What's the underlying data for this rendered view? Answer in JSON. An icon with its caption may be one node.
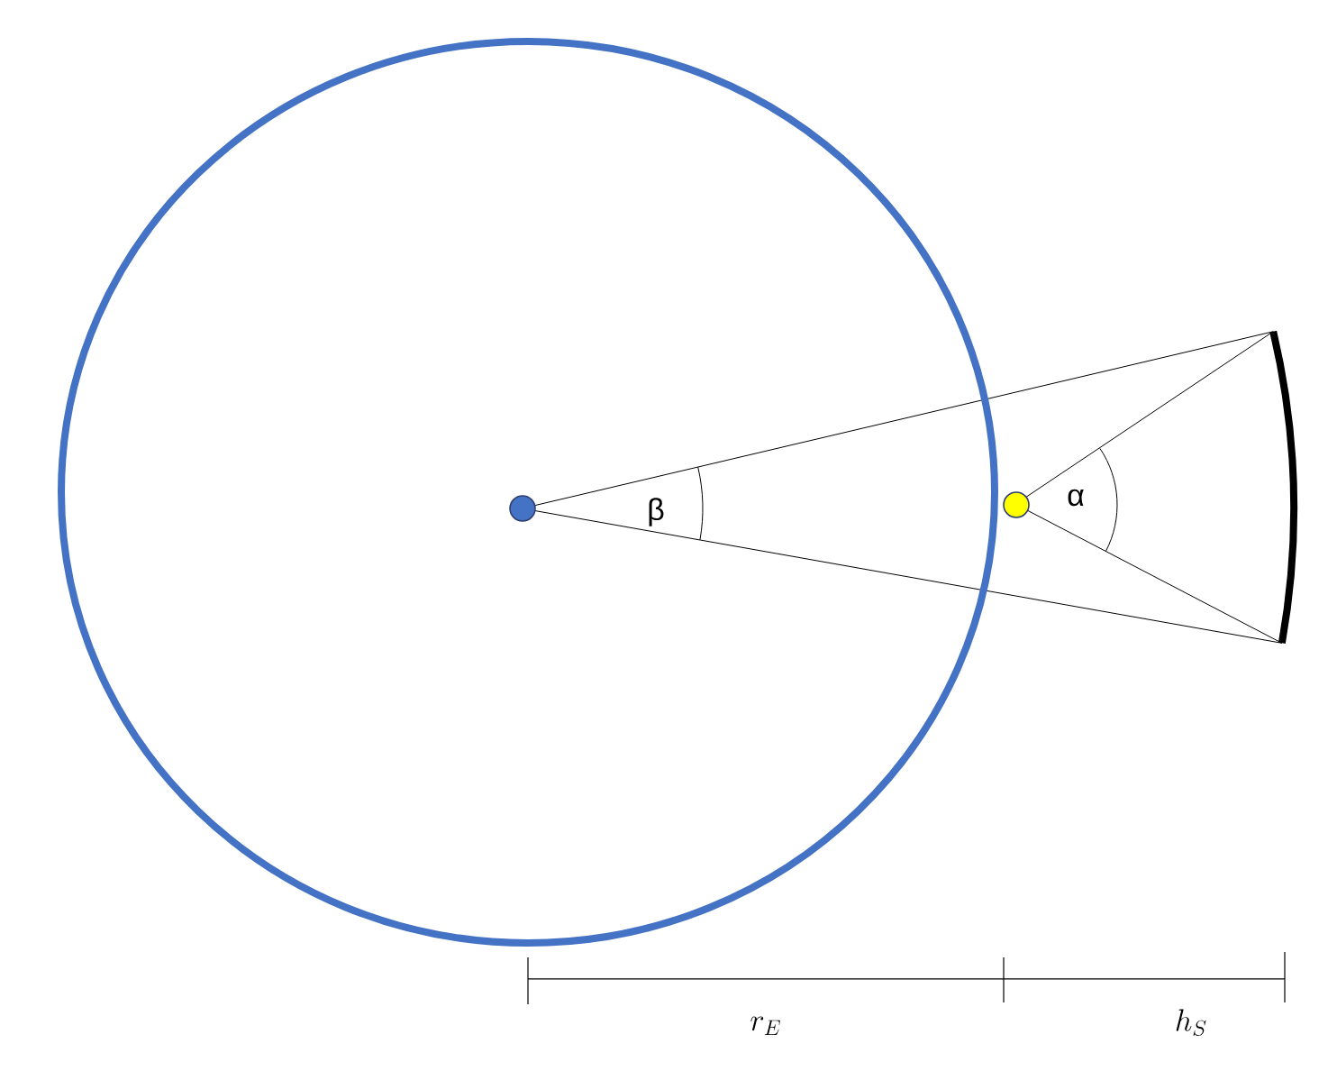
{
  "diagram": {
    "nodes": [
      {
        "text": [],
        "shape": "circle"
      },
      {
        "text": [],
        "shape": "circle",
        "in": 0
      },
      {
        "text": [],
        "shape": "circle"
      }
    ],
    "labels": [
      "β",
      "α",
      "r_E",
      "h_S"
    ]
  }
}
